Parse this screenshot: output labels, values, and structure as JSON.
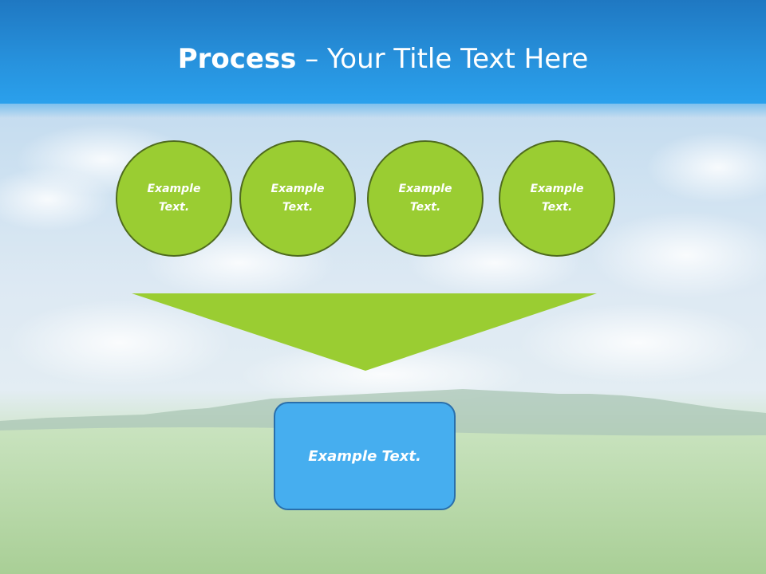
{
  "slide": {
    "title_bold": "Process",
    "title_rest": " – Your Title Text Here"
  },
  "steps": [
    {
      "line1": "Example",
      "line2": "Text."
    },
    {
      "line1": "Example",
      "line2": "Text."
    },
    {
      "line1": "Example",
      "line2": "Text."
    },
    {
      "line1": "Example",
      "line2": "Text."
    }
  ],
  "result": {
    "label": "Example Text."
  },
  "colors": {
    "title_bar": "#2792dd",
    "circle_fill": "#9acd32",
    "circle_border": "#4f6b1e",
    "funnel_fill": "#9acd32",
    "box_fill": "#46aeef",
    "box_border": "#2a6fab"
  }
}
